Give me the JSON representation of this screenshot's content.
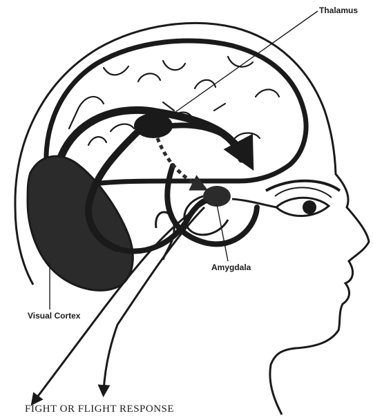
{
  "labels": {
    "thalamus": "Thalamus",
    "amygdala": "Amygdala",
    "visual_cortex": "Visual Cortex"
  },
  "caption": "FIGHT OR FLIGHT RESPONSE",
  "colors": {
    "ink": "#1a1a1a",
    "dark_region": "#2b2b2b",
    "background": "#ffffff"
  }
}
